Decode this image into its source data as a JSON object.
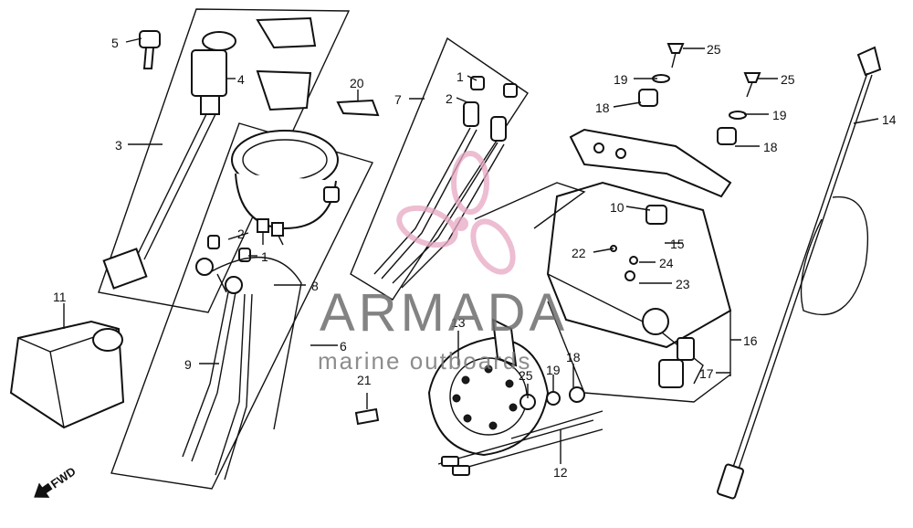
{
  "diagram": {
    "part_labels": {
      "p1a": "1",
      "p1b": "1",
      "p2a": "2",
      "p2b": "2",
      "p3": "3",
      "p4": "4",
      "p5": "5",
      "p6": "6",
      "p7": "7",
      "p8": "8",
      "p9": "9",
      "p10": "10",
      "p11": "11",
      "p12": "12",
      "p13": "13",
      "p14": "14",
      "p15": "15",
      "p16": "16",
      "p17": "17",
      "p18a": "18",
      "p18b": "18",
      "p18c": "18",
      "p19a": "19",
      "p19b": "19",
      "p19c": "19",
      "p20": "20",
      "p21": "21",
      "p22": "22",
      "p23": "23",
      "p24": "24",
      "p25a": "25",
      "p25b": "25",
      "p25c": "25"
    },
    "direction_label": "FWD"
  },
  "watermark": {
    "brand": "ARMADA",
    "tagline": "marine outboards",
    "logo_color": "#e8a7c3"
  }
}
